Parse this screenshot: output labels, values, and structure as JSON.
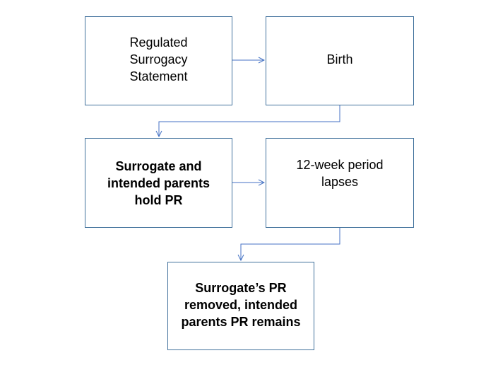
{
  "nodes": [
    {
      "id": "b1",
      "lines": [
        "Regulated",
        "Surrogacy",
        "Statement"
      ]
    },
    {
      "id": "b2",
      "lines": [
        "Birth"
      ]
    },
    {
      "id": "b3",
      "lines": [
        "Surrogate and",
        "intended parents",
        "hold PR"
      ]
    },
    {
      "id": "b4",
      "lines": [
        "12-week period",
        "lapses"
      ]
    },
    {
      "id": "b5",
      "lines": [
        "Surrogate’s PR",
        "removed, intended",
        "parents PR remains"
      ]
    }
  ],
  "edges": [
    {
      "from": "b1",
      "to": "b2"
    },
    {
      "from": "b2",
      "to": "b3"
    },
    {
      "from": "b3",
      "to": "b4"
    },
    {
      "from": "b4",
      "to": "b5"
    }
  ],
  "colors": {
    "border": "#41719c",
    "arrow": "#4472c4"
  }
}
